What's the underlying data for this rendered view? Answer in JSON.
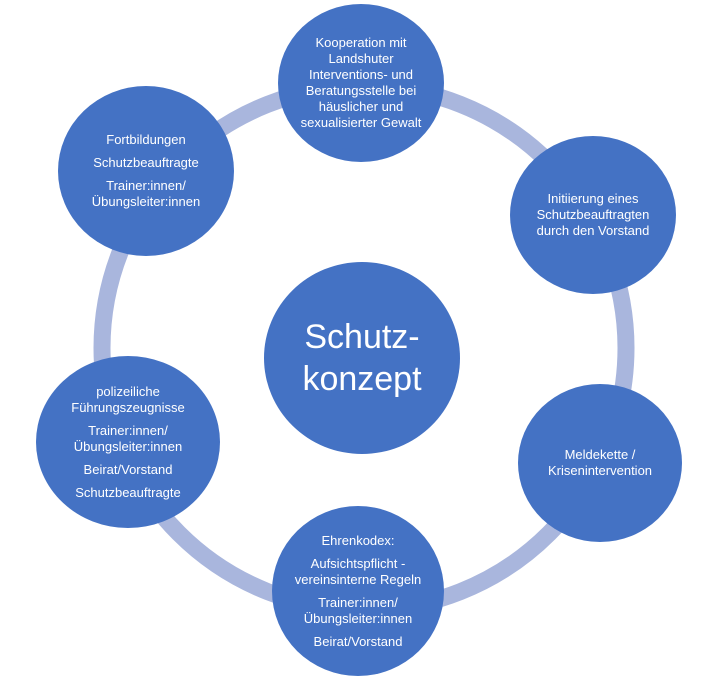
{
  "diagram": {
    "colors": {
      "node_fill": "#4472c4",
      "ring": "#a9b6dd",
      "text": "#ffffff"
    },
    "center": {
      "lines": [
        "Schutz-",
        "konzept"
      ]
    },
    "nodes": [
      {
        "id": "kooperation",
        "paragraphs": [
          "Kooperation mit Landshuter Interventions- und Beratungsstelle bei häuslicher und sexualisierter Gewalt"
        ]
      },
      {
        "id": "initiierung",
        "paragraphs": [
          "Initiierung eines Schutzbeauftragten durch den Vorstand"
        ]
      },
      {
        "id": "meldekette",
        "paragraphs": [
          "Meldekette / Krisenintervention"
        ]
      },
      {
        "id": "ehrenkodex",
        "paragraphs": [
          "Ehrenkodex:",
          "Aufsichtspflicht - vereinsinterne Regeln",
          "Trainer:innen/ Übungsleiter:innen",
          "Beirat/Vorstand"
        ]
      },
      {
        "id": "fuehrungszeugnisse",
        "paragraphs": [
          "polizeiliche Führungszeugnisse",
          "Trainer:innen/ Übungsleiter:innen",
          "Beirat/Vorstand",
          "Schutzbeauftragte"
        ]
      },
      {
        "id": "fortbildungen",
        "paragraphs": [
          "Fortbildungen",
          "Schutzbeauftragte",
          "Trainer:innen/ Übungsleiter:innen"
        ]
      }
    ]
  }
}
